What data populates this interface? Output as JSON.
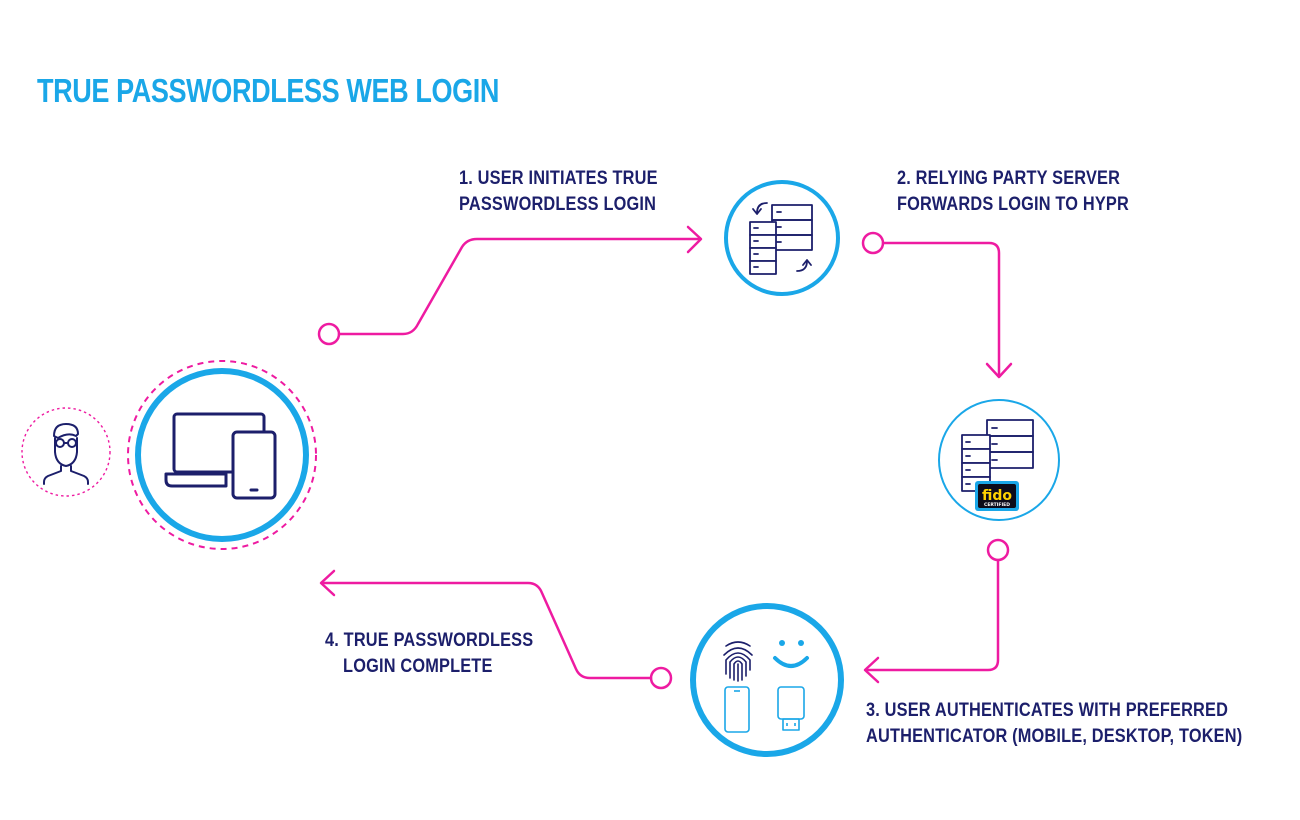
{
  "title": "TRUE PASSWORDLESS WEB LOGIN",
  "steps": {
    "step1": [
      "1. USER INITIATES TRUE",
      "PASSWORDLESS LOGIN"
    ],
    "step2": [
      "2. RELYING PARTY SERVER",
      "FORWARDS LOGIN TO HYPR"
    ],
    "step3": [
      "3. USER AUTHENTICATES WITH PREFERRED",
      "AUTHENTICATOR (MOBILE, DESKTOP, TOKEN)"
    ],
    "step4": [
      "4. TRUE PASSWORDLESS",
      "LOGIN COMPLETE"
    ]
  },
  "badge": {
    "main": "fido",
    "sub": "CERTIFIED"
  },
  "icons": {
    "user": "user-avatar-icon",
    "devices": "laptop-and-phone-icon",
    "relying_party": "server-sync-icon",
    "hypr": "server-fido-icon",
    "authenticators": [
      "fingerprint-icon",
      "smiley-face-icon",
      "mobile-phone-icon",
      "usb-token-icon"
    ]
  },
  "colors": {
    "title": "#1aa7e8",
    "text": "#1c1f6b",
    "circle_stroke": "#1aa7e8",
    "connector": "#ee1ba1",
    "icon_stroke": "#1c1f6b"
  }
}
